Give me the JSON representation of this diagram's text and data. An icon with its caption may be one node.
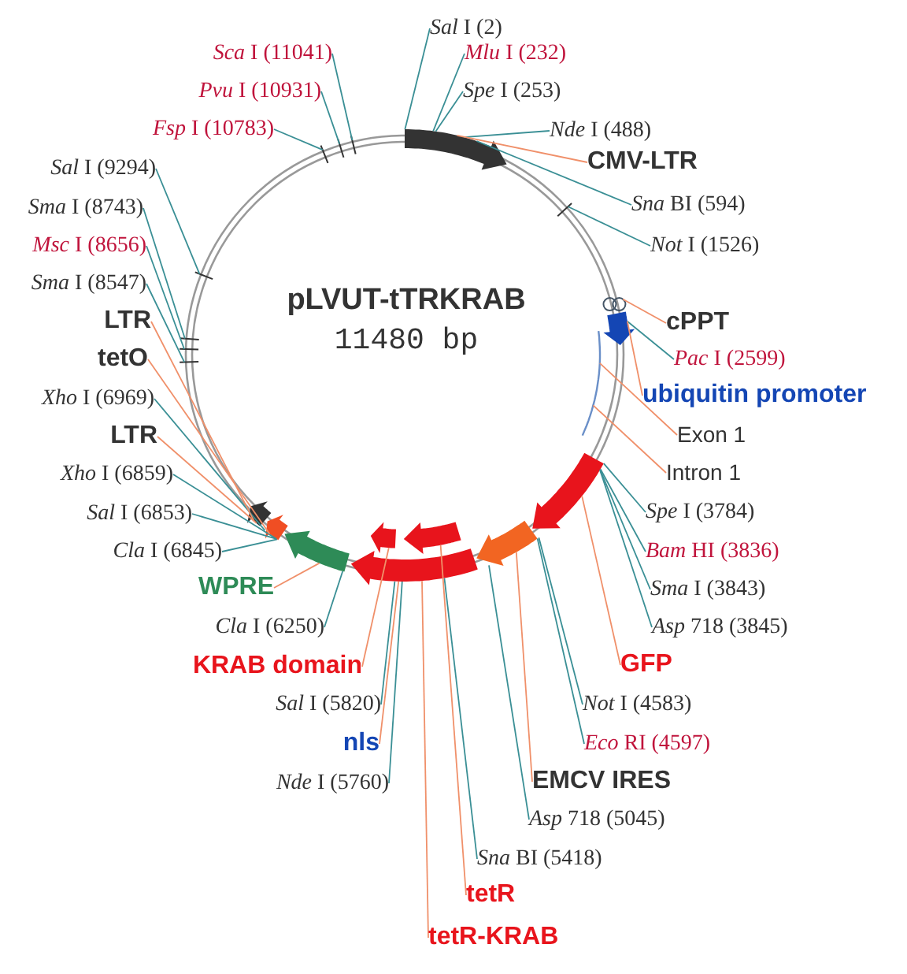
{
  "diagram": {
    "nodes": [
      {
        "text": [
          "*Sal* I (2)"
        ]
      },
      {
        "text": [
          "*Mlu* I (232)"
        ]
      },
      {
        "text": [
          "*Spe* I (253)"
        ]
      },
      {
        "text": [
          "*Nde* I (488)"
        ]
      },
      {
        "text": [
          "CMV-LTR"
        ]
      },
      {
        "text": [
          "*Sna* BI (594)"
        ]
      },
      {
        "text": [
          "*Not* I (1526)"
        ]
      },
      {
        "text": [
          "cPPT"
        ]
      },
      {
        "text": [
          "*Pac* I (2599)"
        ]
      },
      {
        "text": [
          "ubiquitin promoter"
        ]
      },
      {
        "text": [
          "Exon 1"
        ]
      },
      {
        "text": [
          "Intron 1"
        ]
      },
      {
        "text": [
          "*Spe* I (3784)"
        ]
      },
      {
        "text": [
          "*Bam* HI (3836)"
        ]
      },
      {
        "text": [
          "*Sma* I (3843)"
        ]
      },
      {
        "text": [
          "*Asp* 718 (3845)"
        ]
      },
      {
        "text": [
          "GFP"
        ]
      },
      {
        "text": [
          "*Not* I (4583)"
        ]
      },
      {
        "text": [
          "*Eco* RI (4597)"
        ]
      },
      {
        "text": [
          "EMCV IRES"
        ]
      },
      {
        "text": [
          "*Asp* 718 (5045)"
        ]
      },
      {
        "text": [
          "*Sna* BI (5418)"
        ]
      },
      {
        "text": [
          "tetR"
        ]
      },
      {
        "text": [
          "tetR-KRAB"
        ]
      },
      {
        "text": [
          "*Nde* I (5760)"
        ]
      },
      {
        "text": [
          "nls"
        ]
      },
      {
        "text": [
          "*Sal* I (5820)"
        ]
      },
      {
        "text": [
          "KRAB domain"
        ]
      },
      {
        "text": [
          "*Cla* I (6250)"
        ]
      },
      {
        "text": [
          "WPRE"
        ]
      },
      {
        "text": [
          "*Cla* I (6845)"
        ]
      },
      {
        "text": [
          "*Sal* I (6853)"
        ]
      },
      {
        "text": [
          "*Xho* I (6859)"
        ]
      },
      {
        "text": [
          "LTR"
        ]
      },
      {
        "text": [
          "*Xho* I (6969)"
        ]
      },
      {
        "text": [
          "tetO"
        ]
      },
      {
        "text": [
          "LTR"
        ]
      },
      {
        "text": [
          "*Sma* I (8547)"
        ]
      },
      {
        "text": [
          "*Msc* I (8656)"
        ]
      },
      {
        "text": [
          "*Sma* I (8743)"
        ]
      },
      {
        "text": [
          "*Sal* I (9294)"
        ]
      },
      {
        "text": [
          "*Fsp* I (10783)"
        ]
      },
      {
        "text": [
          "*Pvu* I (10931)"
        ]
      },
      {
        "text": [
          "*Sca* I (11041)"
        ]
      },
      {
        "text": [],
        "shape": "arrow"
      },
      {
        "text": [],
        "shape": "circle"
      },
      {
        "text": [],
        "shape": "arrow"
      },
      {
        "text": [],
        "shape": "arc"
      },
      {
        "text": [],
        "shape": "arrow"
      },
      {
        "text": [],
        "shape": "arrow"
      },
      {
        "text": [],
        "shape": "arrow"
      },
      {
        "text": [],
        "shape": "arrow"
      },
      {
        "text": [],
        "shape": "arrow"
      },
      {
        "text": [],
        "shape": "arrow"
      },
      {
        "text": [],
        "shape": "arrow"
      },
      {
        "text": [],
        "shape": "arrow"
      }
    ],
    "edges": [
      {
        "from": 0,
        "to": 44,
        "arrow": "none"
      },
      {
        "from": 1,
        "to": 44,
        "arrow": "none"
      },
      {
        "from": 2,
        "to": 44,
        "arrow": "none"
      },
      {
        "from": 3,
        "to": 44,
        "arrow": "none"
      },
      {
        "from": 4,
        "to": 44,
        "arrow": "none",
        "color": "#f0906a"
      },
      {
        "from": 5,
        "to": 44,
        "arrow": "none"
      },
      {
        "from": 6,
        "to": null,
        "arrow": "none"
      },
      {
        "from": 7,
        "to": 45,
        "arrow": "none",
        "color": "#f0906a"
      },
      {
        "from": 8,
        "to": 46,
        "arrow": "none"
      },
      {
        "from": 9,
        "to": 46,
        "arrow": "none",
        "color": "#f0906a"
      },
      {
        "from": 10,
        "to": 47,
        "arrow": "none",
        "color": "#f0906a"
      },
      {
        "from": 11,
        "to": 47,
        "arrow": "none",
        "color": "#f0906a"
      },
      {
        "from": 12,
        "to": 48,
        "arrow": "none"
      },
      {
        "from": 13,
        "to": 48,
        "arrow": "none"
      },
      {
        "from": 14,
        "to": 48,
        "arrow": "none"
      },
      {
        "from": 15,
        "to": 48,
        "arrow": "none"
      },
      {
        "from": 16,
        "to": 48,
        "arrow": "none",
        "color": "#f0906a"
      },
      {
        "from": 17,
        "to": 48,
        "arrow": "none"
      },
      {
        "from": 18,
        "to": 49,
        "arrow": "none"
      },
      {
        "from": 19,
        "to": 49,
        "arrow": "none",
        "color": "#f0906a"
      },
      {
        "from": 20,
        "to": 49,
        "arrow": "none"
      },
      {
        "from": 21,
        "to": 50,
        "arrow": "none"
      },
      {
        "from": 22,
        "to": 51,
        "arrow": "none",
        "color": "#f0906a"
      },
      {
        "from": 23,
        "to": 50,
        "arrow": "none",
        "color": "#f0906a"
      },
      {
        "from": 24,
        "to": 50,
        "arrow": "none"
      },
      {
        "from": 25,
        "to": 50,
        "arrow": "none",
        "color": "#f0906a"
      },
      {
        "from": 26,
        "to": 50,
        "arrow": "none"
      },
      {
        "from": 27,
        "to": 52,
        "arrow": "none",
        "color": "#f0906a"
      },
      {
        "from": 28,
        "to": 53,
        "arrow": "none"
      },
      {
        "from": 29,
        "to": 53,
        "arrow": "none",
        "color": "#f0906a"
      },
      {
        "from": 30,
        "to": 54,
        "arrow": "none"
      },
      {
        "from": 31,
        "to": 54,
        "arrow": "none"
      },
      {
        "from": 32,
        "to": 54,
        "arrow": "none"
      },
      {
        "from": 33,
        "to": 55,
        "arrow": "none",
        "color": "#f0906a"
      },
      {
        "from": 34,
        "to": 54,
        "arrow": "none"
      },
      {
        "from": 35,
        "to": 54,
        "arrow": "none",
        "color": "#f0906a"
      },
      {
        "from": 36,
        "to": 55,
        "arrow": "none",
        "color": "#f0906a"
      },
      {
        "from": 37,
        "to": null,
        "arrow": "none"
      },
      {
        "from": 38,
        "to": null,
        "arrow": "none"
      },
      {
        "from": 39,
        "to": null,
        "arrow": "none"
      },
      {
        "from": 40,
        "to": null,
        "arrow": "none"
      },
      {
        "from": 41,
        "to": null,
        "arrow": "none"
      },
      {
        "from": 42,
        "to": null,
        "arrow": "none"
      },
      {
        "from": 43,
        "to": null,
        "arrow": "none"
      }
    ],
    "labels": [
      "pLVUT-tTRKRAB",
      "11480 bp"
    ]
  }
}
